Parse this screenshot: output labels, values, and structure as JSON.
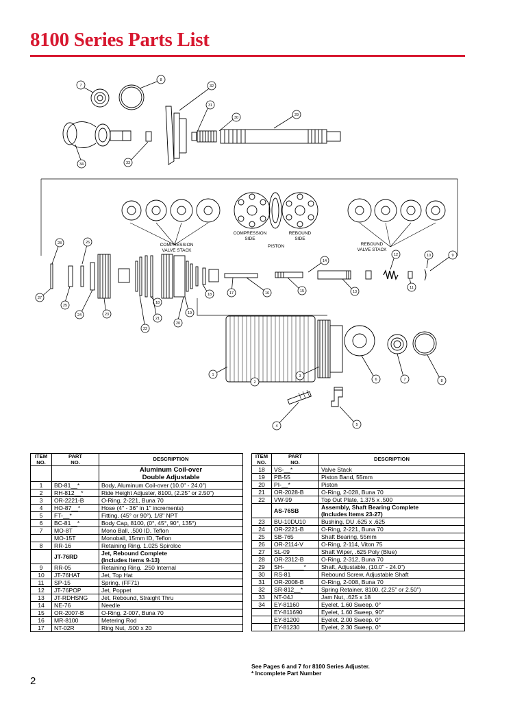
{
  "title": "8100 Series Parts List",
  "page_number": "2",
  "diagram_labels": {
    "compression_valve_stack": [
      "COMPRESSION",
      "VALVE STACK"
    ],
    "compression_side": [
      "COMPRESSION",
      "SIDE"
    ],
    "rebound_side": [
      "REBOUND",
      "SIDE"
    ],
    "piston": "PISTON",
    "rebound_valve_stack": [
      "REBOUND",
      "VALVE STACK"
    ]
  },
  "table_headers": {
    "item": [
      "ITEM",
      "NO."
    ],
    "part": [
      "PART",
      "NO."
    ],
    "description": "DESCRIPTION"
  },
  "left_rows": [
    {
      "item": "",
      "part": "",
      "desc": "Aluminum Coil-over\nDouble Adjustable",
      "style": "center-bold"
    },
    {
      "item": "1",
      "part": "BD-81__*",
      "desc": "Body, Aluminum Coil-over  (10.0\" - 24.0\")"
    },
    {
      "item": "2",
      "part": "RH-812__*",
      "desc": "Ride Height Adjuster, 8100, (2.25\" or 2.50\")"
    },
    {
      "item": "3",
      "part": "OR-2221-B",
      "desc": "O-Ring, 2-221, Buna 70"
    },
    {
      "item": "4",
      "part": "HO-87__*",
      "desc": "Hose  (4\"  -  36\" in 1\" increments)"
    },
    {
      "item": "5",
      "part": "FT-__*",
      "desc": "Fitting, (45° or 90°), 1/8\" NPT"
    },
    {
      "item": "6",
      "part": "BC-81__*",
      "desc": "Body Cap, 8100, (0°, 45°, 90°, 135°)"
    },
    {
      "item": "7",
      "part": "MO-8T",
      "desc": "Mono Ball, .500 ID, Teflon"
    },
    {
      "item": "",
      "part": "MO-15T",
      "desc": "Monoball, 15mm ID, Teflon"
    },
    {
      "item": "8",
      "part": "RR-16",
      "desc": "Retaining Ring, 1.025 Spiroloc"
    },
    {
      "item": "",
      "part": "JT-76RD",
      "desc": "Jet, Rebound Complete\n(Includes Items 9-13)",
      "style": "bold"
    },
    {
      "item": "9",
      "part": "RR-05",
      "desc": "Retaining Ring, .250 Internal"
    },
    {
      "item": "10",
      "part": "JT-76HAT",
      "desc": "Jet, Top Hat"
    },
    {
      "item": "11",
      "part": "SP-15",
      "desc": "Spring, (FF71)"
    },
    {
      "item": "12",
      "part": "JT-76POP",
      "desc": "Jet, Poppet"
    },
    {
      "item": "13",
      "part": "JT-RDHSNG",
      "desc": "Jet, Rebound, Straight Thru"
    },
    {
      "item": "14",
      "part": "NE-76",
      "desc": "Needle"
    },
    {
      "item": "15",
      "part": "OR-2007-B",
      "desc": "O-Ring, 2-007, Buna 70"
    },
    {
      "item": "16",
      "part": "MR-8100",
      "desc": "Metering Rod"
    },
    {
      "item": "17",
      "part": "NT-02R",
      "desc": "Ring Nut, .500 x 20"
    }
  ],
  "right_rows": [
    {
      "item": "18",
      "part": "VS-__*",
      "desc": "Valve Stack"
    },
    {
      "item": "19",
      "part": "PB-55",
      "desc": "Piston Band, 55mm"
    },
    {
      "item": "20",
      "part": "PI-__*",
      "desc": "Piston"
    },
    {
      "item": "21",
      "part": "OR-2028-B",
      "desc": "O-Ring, 2-028, Buna 70"
    },
    {
      "item": "22",
      "part": "VW-99",
      "desc": "Top Out Plate, 1.375 x .500"
    },
    {
      "item": "",
      "part": "AS-76SB",
      "desc": "Assembly, Shaft Bearing Complete\n(Includes Items 23-27)",
      "style": "bold"
    },
    {
      "item": "23",
      "part": "BU-10DU10",
      "desc": "Bushing, DU .625 x .625"
    },
    {
      "item": "24",
      "part": "OR-2221-B",
      "desc": "O-Ring, 2-221, Buna 70"
    },
    {
      "item": "25",
      "part": "SB-765",
      "desc": "Shaft Bearing, 55mm"
    },
    {
      "item": "26",
      "part": "OR-2114-V",
      "desc": "O-Ring, 2-114, Viton 75"
    },
    {
      "item": "27",
      "part": "SL-09",
      "desc": "Shaft Wiper, .625 Poly (Blue)"
    },
    {
      "item": "28",
      "part": "OR-2312-B",
      "desc": "O-Ring, 2-312, Buna 70"
    },
    {
      "item": "29",
      "part": "SH-______*",
      "desc": "Shaft, Adjustable, (10.0\" - 24.0\")"
    },
    {
      "item": "30",
      "part": "RS-81",
      "desc": "Rebound Screw, Adjustable Shaft"
    },
    {
      "item": "31",
      "part": "OR-2008-B",
      "desc": "O-Ring, 2-008, Buna 70"
    },
    {
      "item": "32",
      "part": "SR-812__*",
      "desc": "Spring Retainer, 8100, (2.25\" or 2.50\")"
    },
    {
      "item": "33",
      "part": "NT-04J",
      "desc": "Jam Nut, .625 x 18"
    },
    {
      "item": "34",
      "part": "EY-81160",
      "desc": "Eyelet, 1.60 Sweep, 0°"
    },
    {
      "item": "",
      "part": "EY-811690",
      "desc": "Eyelet, 1.60 Sweep, 90°"
    },
    {
      "item": "",
      "part": "EY-81200",
      "desc": "Eyelet, 2.00 Sweep, 0°"
    },
    {
      "item": "",
      "part": "EY-81230",
      "desc": "Eyelet, 2.30 Sweep, 0°"
    }
  ],
  "footnotes": [
    "See Pages 6 and 7 for 8100 Series Adjuster.",
    "* Incomplete Part Number"
  ]
}
